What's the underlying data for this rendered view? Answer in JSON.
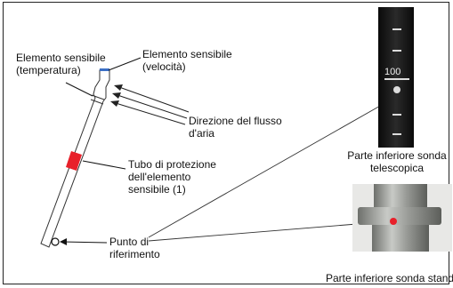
{
  "labels": {
    "sensor_temperature": [
      "Elemento sensibile",
      "(temperatura)"
    ],
    "sensor_velocity": [
      "Elemento sensibile",
      "(velocità)"
    ],
    "airflow_direction": [
      "Direzione del flusso",
      "d'aria"
    ],
    "protection_tube": [
      "Tubo di protezione",
      "dell'elemento",
      "sensibile (1)"
    ],
    "reference_point": [
      "Punto di",
      "riferimento"
    ]
  },
  "photos": {
    "telescopic": {
      "scale_mark": "100",
      "caption": [
        "Parte inferiore sonda",
        "telescopica"
      ]
    },
    "standard": {
      "caption": "Parte inferiore sonda standard"
    }
  },
  "colors": {
    "marker_red": "#e8202a",
    "probe_dark": "#141414",
    "metal": "#9a9c98"
  }
}
